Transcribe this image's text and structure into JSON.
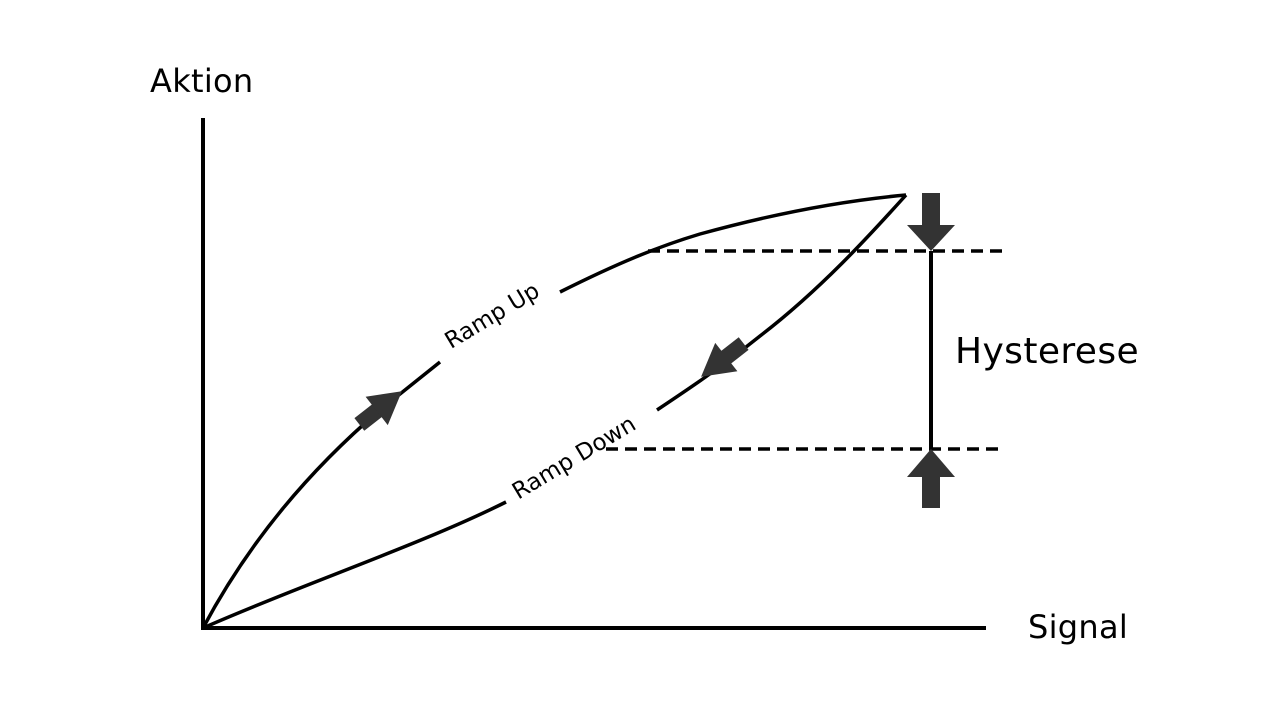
{
  "diagram": {
    "type": "hysteresis-diagram",
    "axes": {
      "y_label": "Aktion",
      "x_label": "Signal"
    },
    "curves": [
      {
        "name": "ramp-up",
        "label": "Ramp Up",
        "direction": "increasing"
      },
      {
        "name": "ramp-down",
        "label": "Ramp Down",
        "direction": "decreasing"
      }
    ],
    "annotation": {
      "label": "Hysterese",
      "meaning": "gap between upper and lower dashed levels"
    },
    "colors": {
      "line": "#000000",
      "arrow": "#333333",
      "background": "#ffffff"
    }
  }
}
